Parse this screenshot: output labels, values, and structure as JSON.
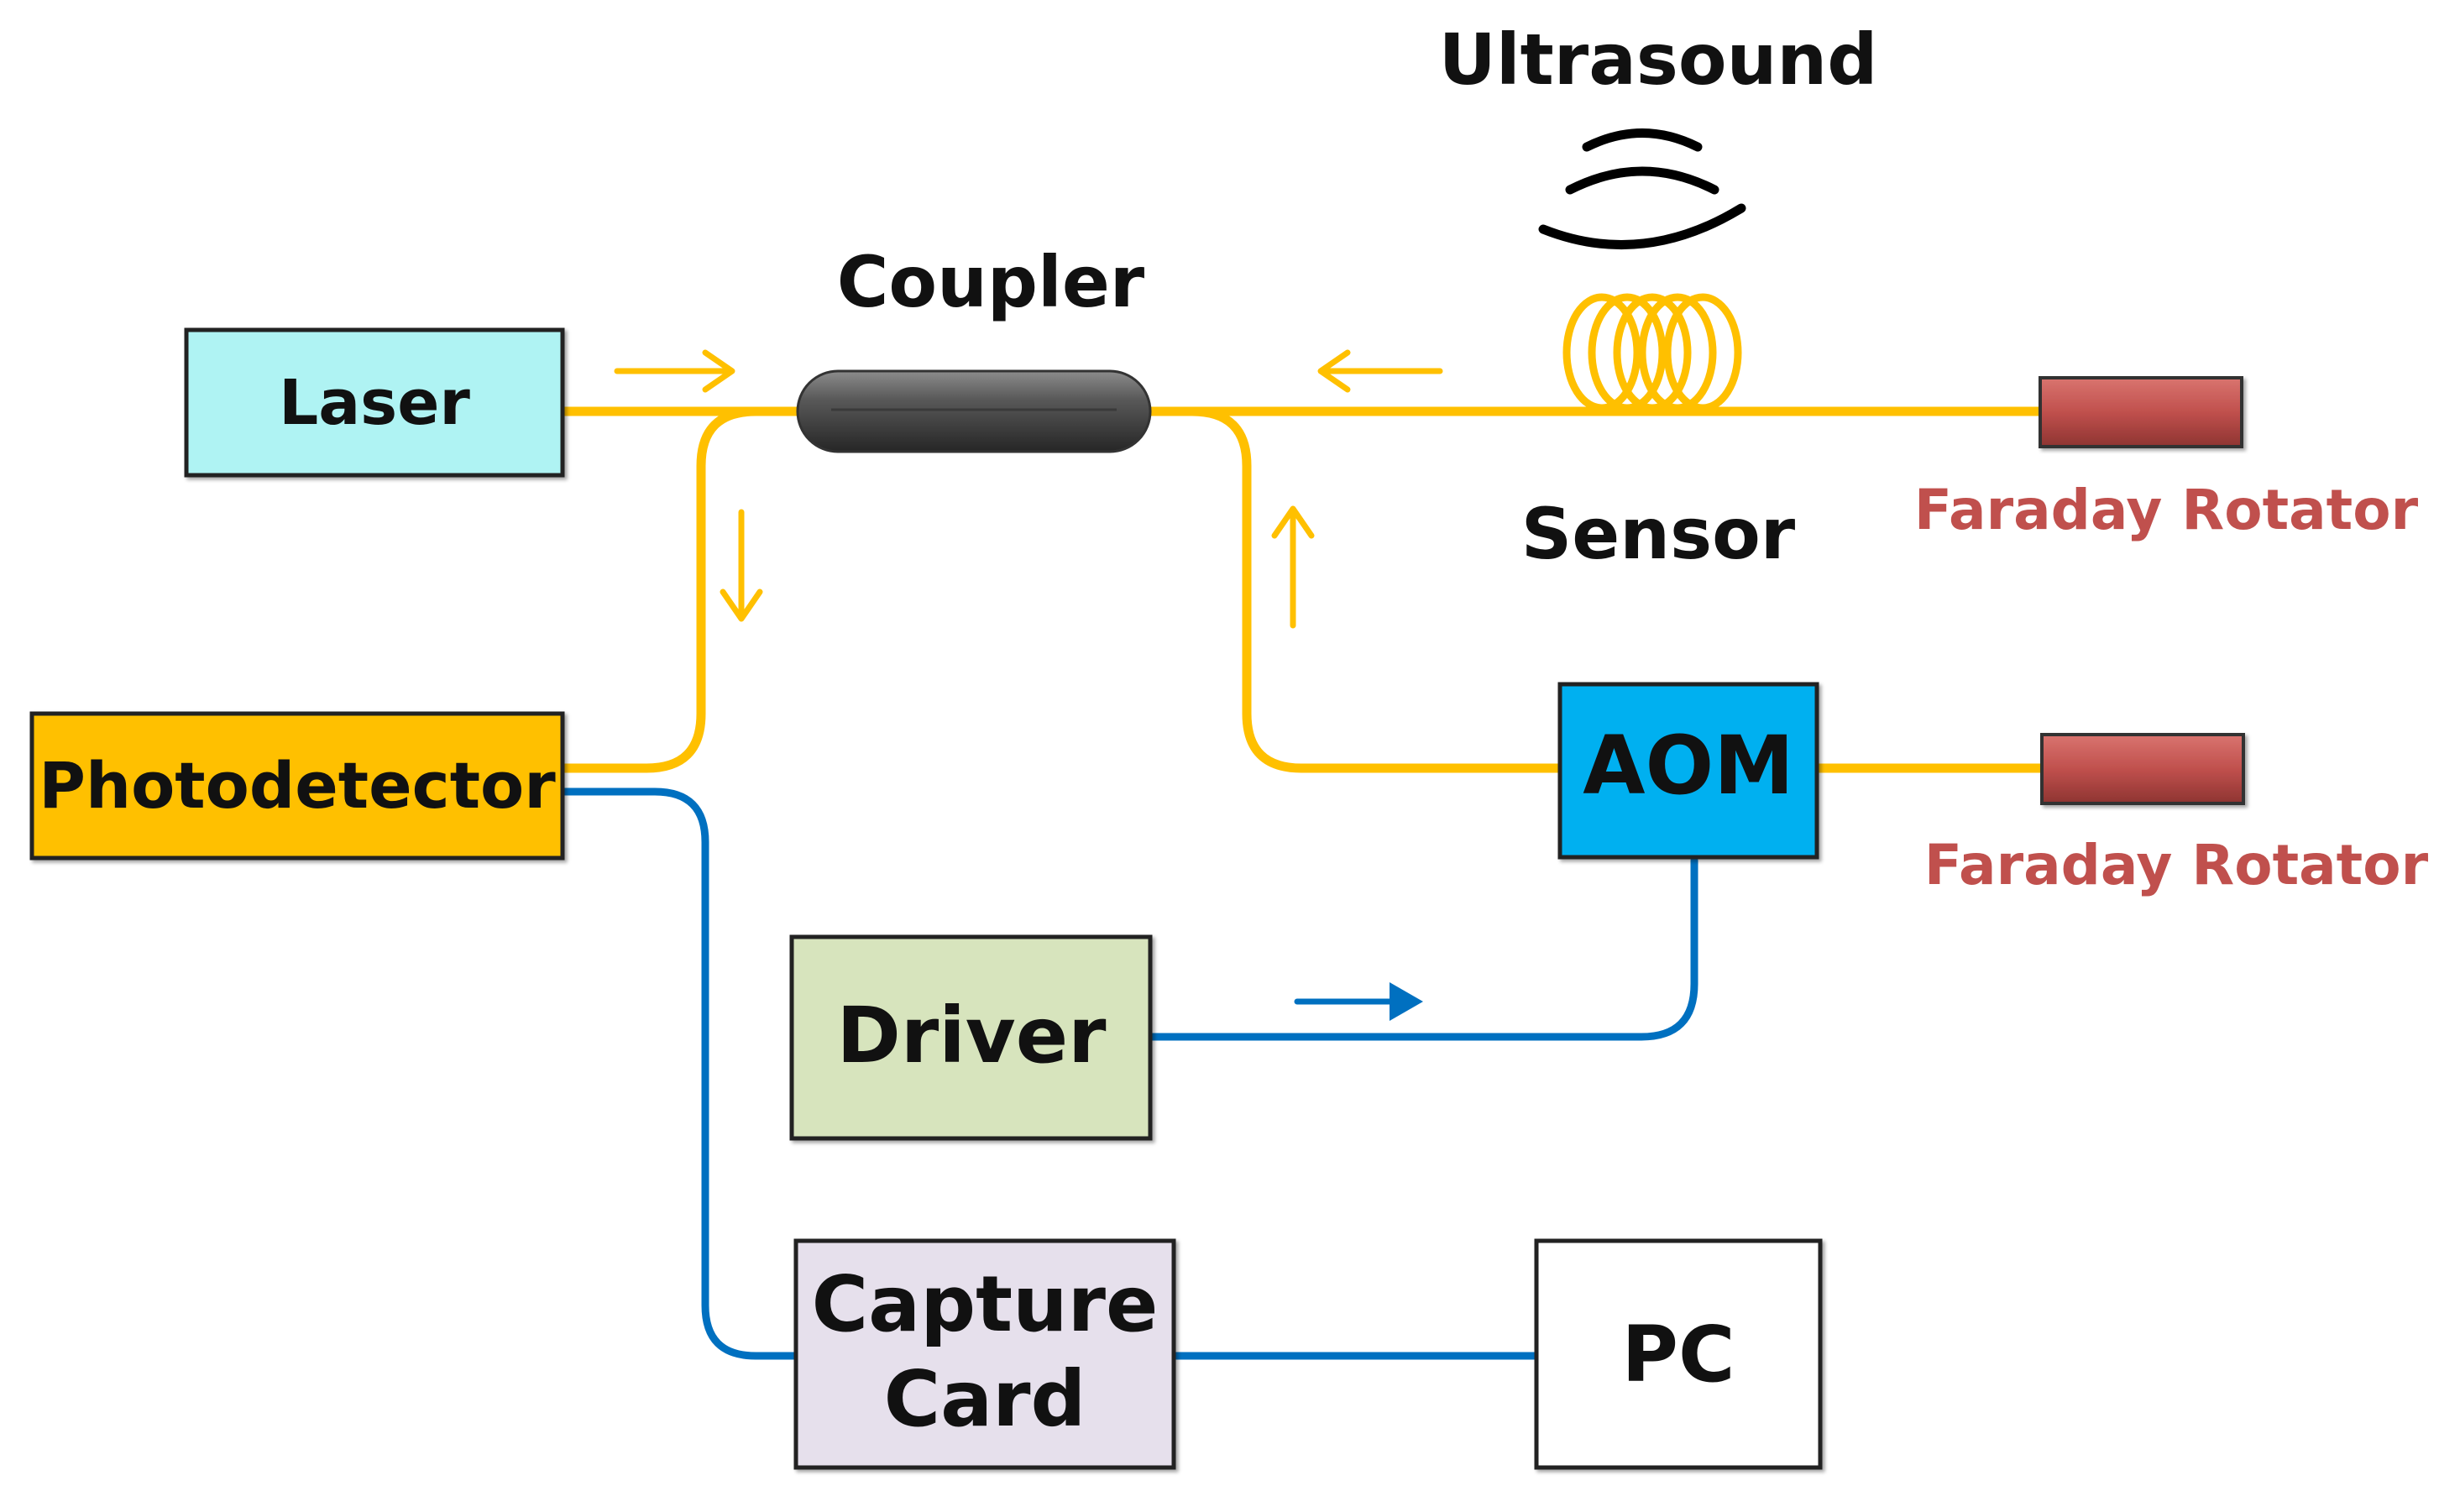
{
  "diagram": {
    "labels": {
      "laser": "Laser",
      "photodetector": "Photodetector",
      "coupler": "Coupler",
      "ultrasound": "Ultrasound",
      "sensor": "Sensor",
      "faraday_rotator_top": "Faraday Rotator",
      "faraday_rotator_bottom": "Faraday Rotator",
      "aom": "AOM",
      "driver": "Driver",
      "capture_card_line1": "Capture",
      "capture_card_line2": "Card",
      "pc": "PC"
    },
    "colors": {
      "optical_fiber": "#ffc000",
      "electrical_cable": "#0070c0",
      "laser_fill": "#aff3f3",
      "photodetector_fill": "#ffc000",
      "aom_fill": "#00b0f0",
      "driver_fill": "#d7e4bd",
      "capture_card_fill": "#e6e0ec",
      "pc_fill": "#ffffff",
      "faraday_rotator_fill": "#c0504d",
      "coupler_fill": "#595959",
      "label_red": "#c0504d"
    },
    "icons": {
      "ultrasound": "ultrasound-wave-icon",
      "sensor": "fiber-coil-icon",
      "coupler": "fiber-coupler-icon"
    }
  }
}
